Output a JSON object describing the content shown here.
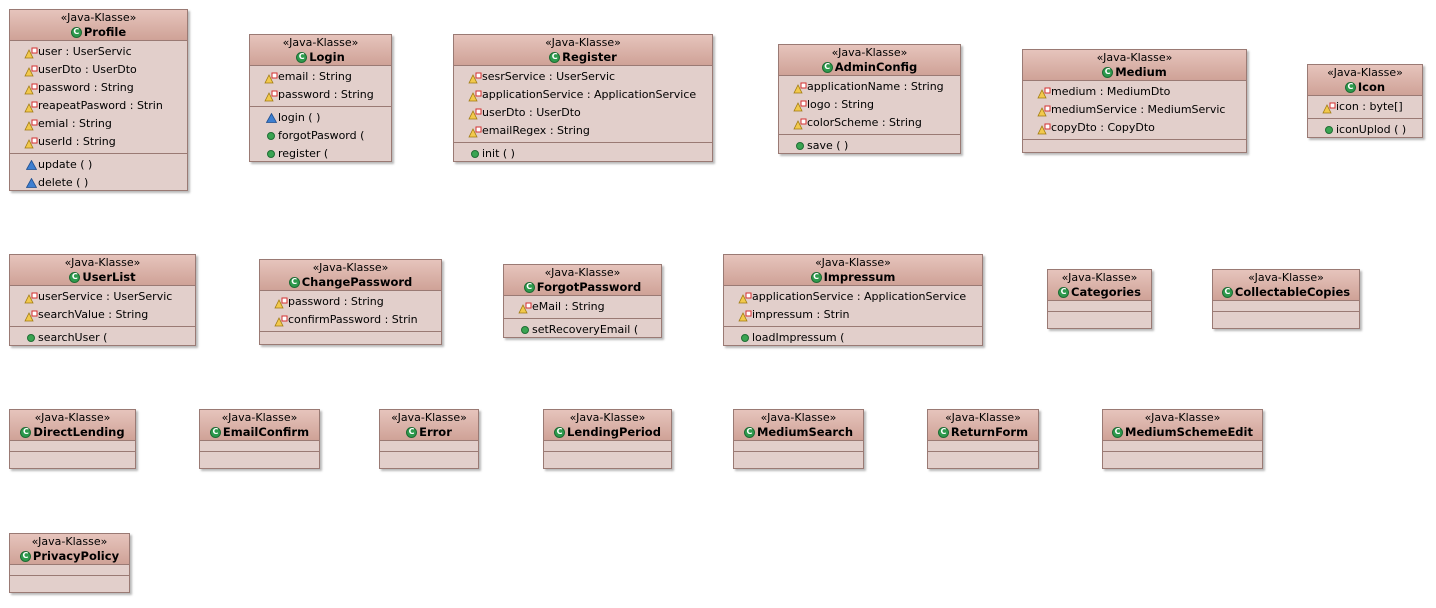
{
  "stereotype": "«Java-Klasse»",
  "class_icon_glyph": "C",
  "classes": [
    {
      "name": "Profile",
      "attrs": [
        {
          "vis": "private",
          "text": "user : UserServic"
        },
        {
          "vis": "private",
          "text": "userDto : UserDto"
        },
        {
          "vis": "private",
          "text": "password : String"
        },
        {
          "vis": "private",
          "text": "reapeatPasword : Strin"
        },
        {
          "vis": "private",
          "text": "emial : String"
        },
        {
          "vis": "private",
          "text": "userId : String"
        }
      ],
      "ops": [
        {
          "vis": "package",
          "text": "update ( )"
        },
        {
          "vis": "package",
          "text": "delete ( )"
        }
      ]
    },
    {
      "name": "Login",
      "attrs": [
        {
          "vis": "private",
          "text": "email : String"
        },
        {
          "vis": "private",
          "text": "password : String"
        }
      ],
      "ops": [
        {
          "vis": "package",
          "text": "login ( )"
        },
        {
          "vis": "public",
          "text": "forgotPasword ("
        },
        {
          "vis": "public",
          "text": "register ("
        }
      ]
    },
    {
      "name": "Register",
      "attrs": [
        {
          "vis": "private",
          "text": "sesrService : UserServic"
        },
        {
          "vis": "private",
          "text": "applicationService : ApplicationService"
        },
        {
          "vis": "private",
          "text": "userDto : UserDto"
        },
        {
          "vis": "private",
          "text": "emailRegex : String"
        }
      ],
      "ops": [
        {
          "vis": "public",
          "text": "init ( )"
        }
      ]
    },
    {
      "name": "AdminConfig",
      "attrs": [
        {
          "vis": "private",
          "text": "applicationName : String"
        },
        {
          "vis": "private",
          "text": "logo : String"
        },
        {
          "vis": "private",
          "text": "colorScheme : String"
        }
      ],
      "ops": [
        {
          "vis": "public",
          "text": "save ( )"
        }
      ]
    },
    {
      "name": "Medium",
      "attrs": [
        {
          "vis": "private",
          "text": "medium : MediumDto"
        },
        {
          "vis": "private",
          "text": "mediumService : MediumServic"
        },
        {
          "vis": "private",
          "text": "copyDto : CopyDto"
        }
      ],
      "ops": []
    },
    {
      "name": "Icon",
      "attrs": [
        {
          "vis": "private",
          "text": "icon : byte[]"
        }
      ],
      "ops": [
        {
          "vis": "public",
          "text": "iconUplod ( )"
        }
      ]
    },
    {
      "name": "UserList",
      "attrs": [
        {
          "vis": "private",
          "text": "userService : UserServic"
        },
        {
          "vis": "private",
          "text": "searchValue : String"
        }
      ],
      "ops": [
        {
          "vis": "public",
          "text": "searchUser ("
        }
      ]
    },
    {
      "name": "ChangePassword",
      "attrs": [
        {
          "vis": "private",
          "text": "password : String"
        },
        {
          "vis": "private",
          "text": "confirmPassword : Strin"
        }
      ],
      "ops": []
    },
    {
      "name": "ForgotPassword",
      "attrs": [
        {
          "vis": "private",
          "text": "eMail : String"
        }
      ],
      "ops": [
        {
          "vis": "public",
          "text": "setRecoveryEmail ("
        }
      ]
    },
    {
      "name": "Impressum",
      "attrs": [
        {
          "vis": "private",
          "text": "applicationService : ApplicationService"
        },
        {
          "vis": "private",
          "text": "impressum : Strin"
        }
      ],
      "ops": [
        {
          "vis": "public",
          "text": "loadImpressum ("
        }
      ]
    },
    {
      "name": "Categories",
      "attrs": [],
      "ops": []
    },
    {
      "name": "CollectableCopies",
      "attrs": [],
      "ops": []
    },
    {
      "name": "DirectLending",
      "attrs": [],
      "ops": []
    },
    {
      "name": "EmailConfirm",
      "attrs": [],
      "ops": []
    },
    {
      "name": "Error",
      "attrs": [],
      "ops": []
    },
    {
      "name": "LendingPeriod",
      "attrs": [],
      "ops": []
    },
    {
      "name": "MediumSearch",
      "attrs": [],
      "ops": []
    },
    {
      "name": "ReturnForm",
      "attrs": [],
      "ops": []
    },
    {
      "name": "MediumSchemeEdit",
      "attrs": [],
      "ops": []
    },
    {
      "name": "PrivacyPolicy",
      "attrs": [],
      "ops": []
    }
  ]
}
